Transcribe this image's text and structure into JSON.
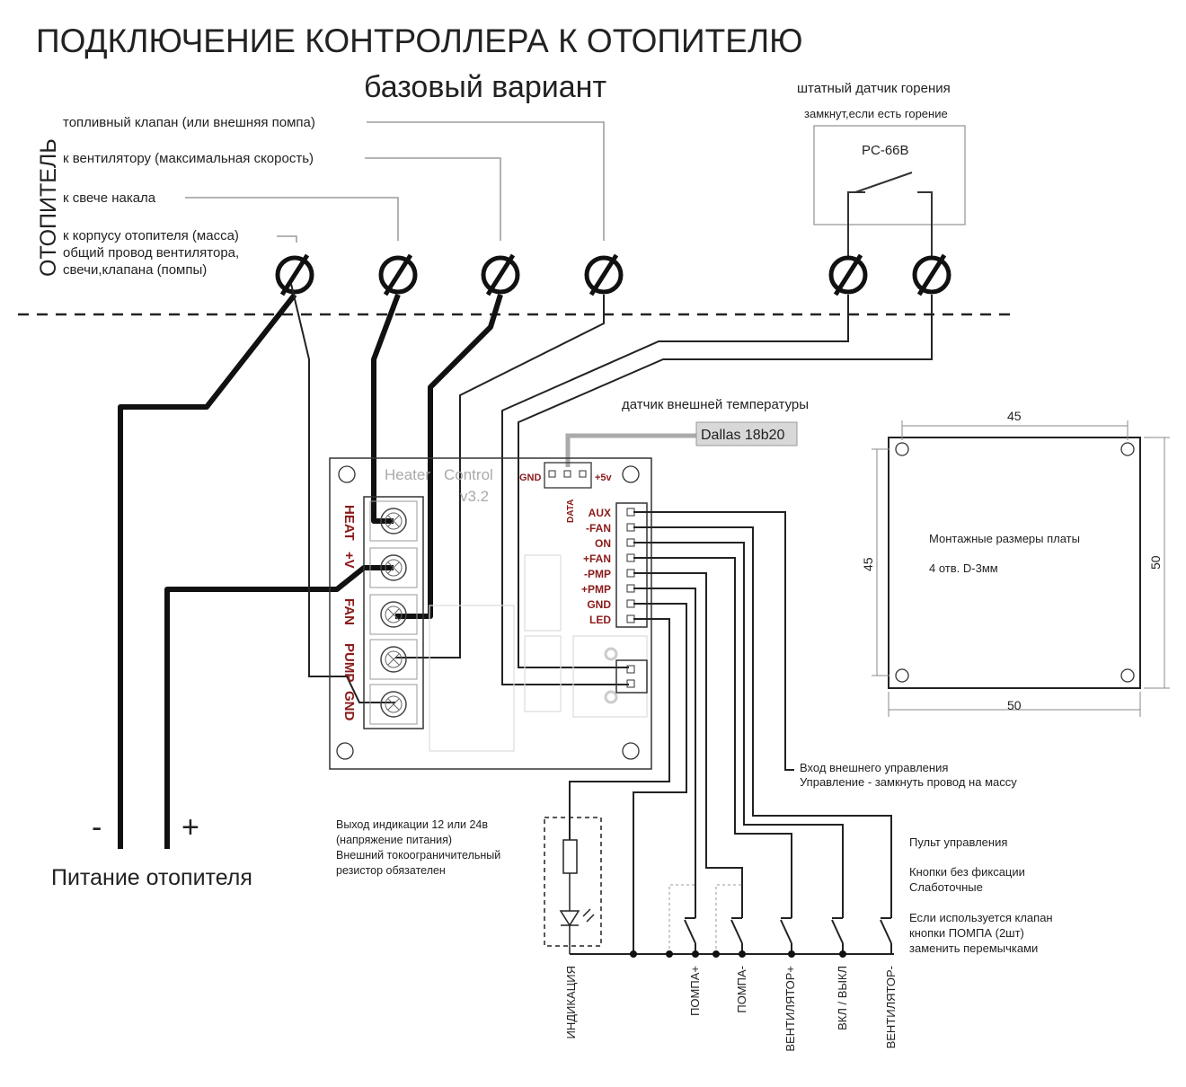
{
  "title": "ПОДКЛЮЧЕНИЕ КОНТРОЛЛЕРА К ОТОПИТЕЛЮ",
  "subtitle": "базовый вариант",
  "heater": {
    "side_label": "ОТОПИТЕЛЬ",
    "fuel_valve": "топливный клапан (или внешняя помпа)",
    "fan": "к вентилятору (максимальная скорость)",
    "glow_plug": "к свече накала",
    "ground_1": "к корпусу отопителя (масса)",
    "ground_2": "общий провод вентилятора,",
    "ground_3": "свечи,клапана (помпы)"
  },
  "flame_sensor": {
    "title": "штатный датчик горения",
    "note": "замкнут,если есть горение",
    "model": "PC-66B"
  },
  "temp_sensor": {
    "title": "датчик внешней температуры",
    "model": "Dallas 18b20"
  },
  "board": {
    "name_1": "Heater",
    "name_2": "Control",
    "version": "v3.2",
    "gnd": "GND",
    "v5": "+5v",
    "data": "DATA",
    "terminals": [
      "HEAT",
      "+V",
      "FAN",
      "PUMP",
      "GND"
    ],
    "pins": [
      "AUX",
      "-FAN",
      "ON",
      "+FAN",
      "-PMP",
      "+PMP",
      "GND",
      "LED"
    ]
  },
  "mounting": {
    "label": "Монтажные размеры платы",
    "holes": "4 отв. D-3мм",
    "dim_top": "45",
    "dim_left": "45",
    "dim_right": "50",
    "dim_bottom": "50"
  },
  "power": {
    "minus": "-",
    "plus": "+",
    "label": "Питание отопителя"
  },
  "notes": {
    "ext_1": "Вход внешнего управления",
    "ext_2": "Управление - замкнуть провод на массу",
    "ind_1": "Выход индикации 12 или 24в",
    "ind_2": "(напряжение питания)",
    "ind_3": "Внешний токоограничительный",
    "ind_4": "резистор обязателен",
    "panel_1": "Пульт управления",
    "panel_2": "Кнопки без фиксации",
    "panel_3": "Слаботочные",
    "panel_4": "Если используется клапан",
    "panel_5": "кнопки ПОМПА (2шт)",
    "panel_6": "заменить перемычками"
  },
  "bottom_labels": [
    "ИНДИКАЦИЯ",
    "ПОМПА+",
    "ПОМПА-",
    "ВЕНТИЛЯТОР+",
    "ВКЛ / ВЫКЛ",
    "ВЕНТИЛЯТОР-"
  ]
}
